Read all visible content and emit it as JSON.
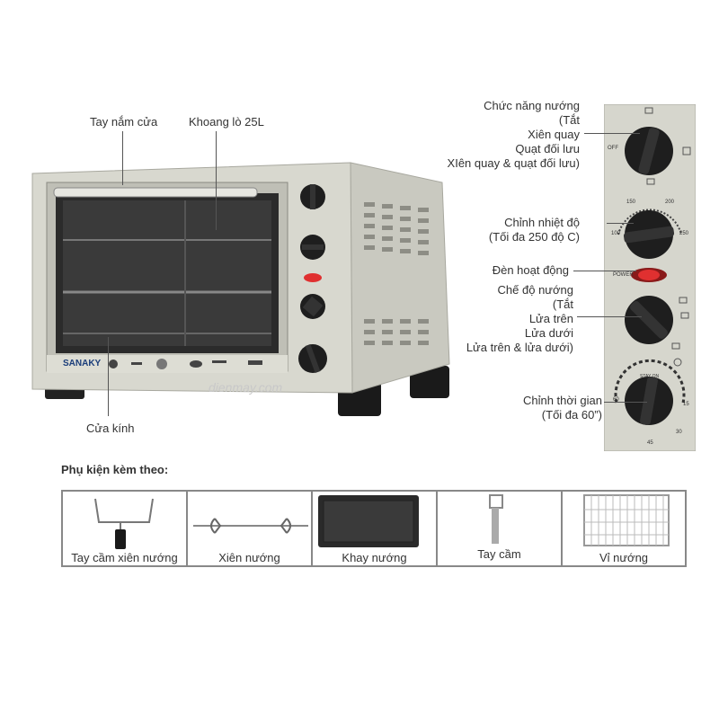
{
  "oven": {
    "brand": "SANAKY",
    "watermark": "dienmay.com",
    "left_labels": {
      "handle": "Tay nắm cửa",
      "chamber": "Khoang lò 25L",
      "glass": "Cửa kính"
    },
    "panel_text": {
      "power": "POWER",
      "off": "OFF",
      "t100": "100",
      "t150": "150",
      "t200": "200",
      "t250": "250",
      "tm15": "15",
      "tm30": "30",
      "tm45": "45",
      "tm60": "60",
      "tmon": "STAY ON"
    }
  },
  "callouts": {
    "function": [
      "Chức năng nướng",
      "(Tắt",
      "Xiên quay",
      "Quạt đối lưu",
      "XIên quay & quạt đối lưu)"
    ],
    "temperature": [
      "Chỉnh nhiệt độ",
      "(Tối đa 250 độ C)"
    ],
    "light": [
      "Đèn hoạt động"
    ],
    "mode": [
      "Chế độ nướng",
      "(Tắt",
      "Lửa trên",
      "Lửa dưới",
      "Lửa trên & lửa dưới)"
    ],
    "timer": [
      "Chỉnh thời gian",
      "(Tối đa 60”)"
    ]
  },
  "accessories": {
    "title": "Phụ kiện kèm theo:",
    "items": [
      {
        "label": "Tay cầm xiên nướng",
        "icon": "rotisserie-handle-icon"
      },
      {
        "label": "Xiên nướng",
        "icon": "skewer-icon"
      },
      {
        "label": "Khay nướng",
        "icon": "baking-tray-icon"
      },
      {
        "label": "Tay cầm",
        "icon": "tray-handle-icon"
      },
      {
        "label": "Vỉ nướng",
        "icon": "wire-rack-icon"
      }
    ]
  },
  "colors": {
    "body": "#d8d8cf",
    "knob": "#1e1e1e",
    "power_light": "#e03030"
  }
}
